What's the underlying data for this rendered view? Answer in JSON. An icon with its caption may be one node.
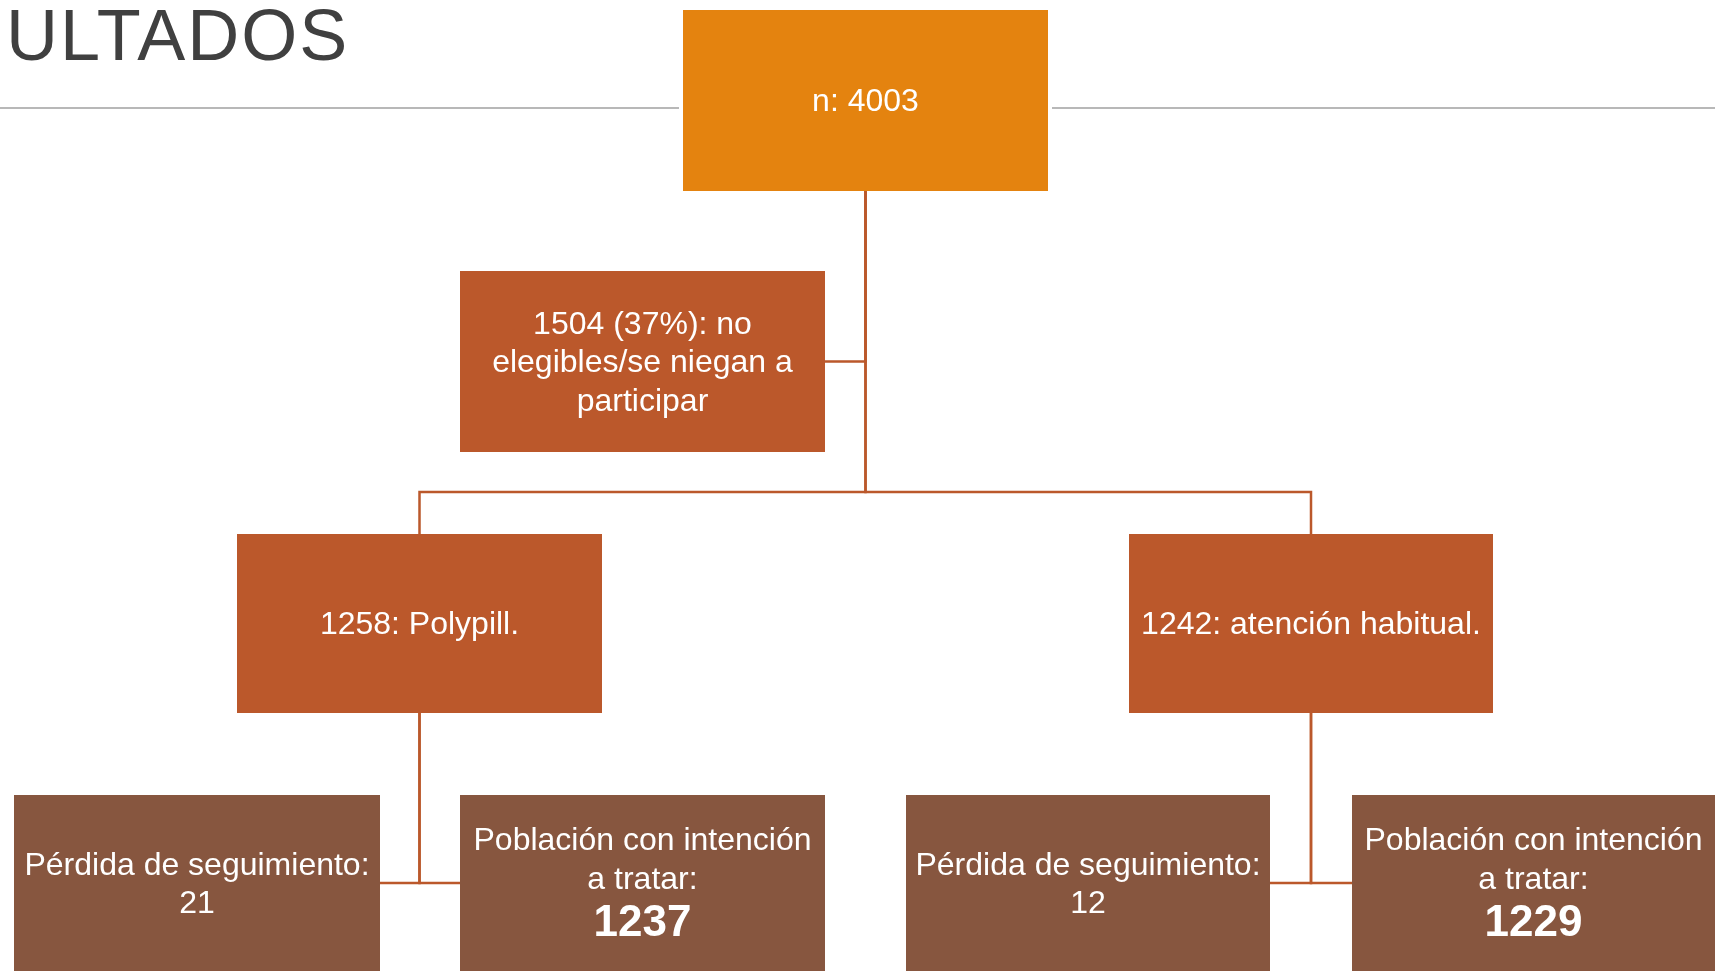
{
  "diagram": {
    "title": "ULTADOS",
    "nodes": [
      {
        "text": [
          "n: 4003"
        ]
      },
      {
        "text": [
          "1504 (37%): no elegibles/se niegan a participar"
        ]
      },
      {
        "text": [
          "1258: Polypill."
        ]
      },
      {
        "text": [
          "1242: atención habitual."
        ]
      },
      {
        "text": [
          "Pérdida de seguimiento: 21"
        ]
      },
      {
        "text": [
          "Población con intención a tratar:",
          "1237"
        ]
      },
      {
        "text": [
          "Pérdida de seguimiento: 12"
        ]
      },
      {
        "text": [
          "Población con intención a tratar:",
          "1229"
        ]
      }
    ],
    "edges": [
      {
        "from": 0,
        "to": 1,
        "arrow": "none"
      },
      {
        "from": 0,
        "to": 2,
        "arrow": "none"
      },
      {
        "from": 0,
        "to": 3,
        "arrow": "none"
      },
      {
        "from": 2,
        "to": 4,
        "arrow": "none"
      },
      {
        "from": 2,
        "to": 5,
        "arrow": "none"
      },
      {
        "from": 3,
        "to": 6,
        "arrow": "none"
      },
      {
        "from": 3,
        "to": 7,
        "arrow": "none"
      }
    ]
  }
}
